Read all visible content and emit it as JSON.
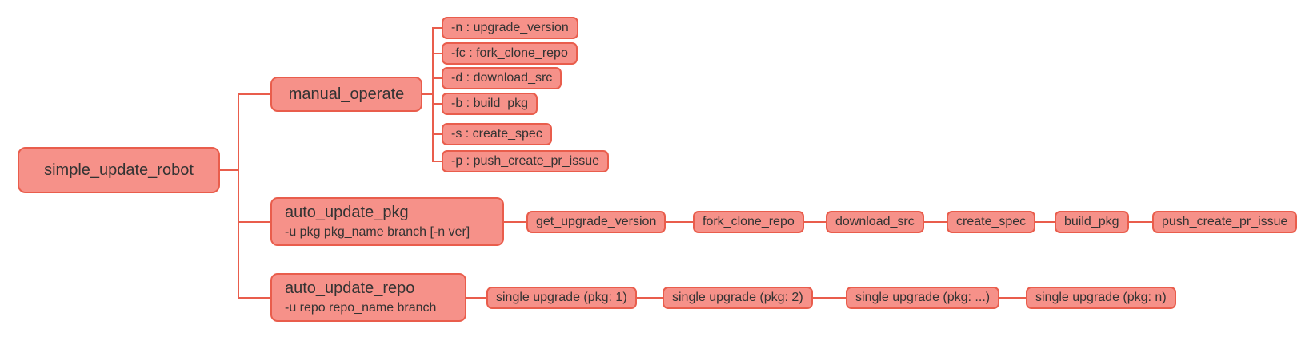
{
  "colors": {
    "node_fill": "#f69189",
    "node_border": "#e95d4c",
    "connector": "#e95d4c",
    "text": "#333333",
    "bg": "#ffffff"
  },
  "tree": {
    "root": {
      "label": "simple_update_robot"
    },
    "branches": [
      {
        "label": "manual_operate",
        "children": [
          {
            "label": "-n : upgrade_version"
          },
          {
            "label": "-fc : fork_clone_repo"
          },
          {
            "label": "-d : download_src"
          },
          {
            "label": "-b : build_pkg"
          },
          {
            "label": "-s : create_spec"
          },
          {
            "label": "-p : push_create_pr_issue"
          }
        ]
      },
      {
        "label": "auto_update_pkg",
        "sublabel": "-u pkg pkg_name branch [-n ver]",
        "children": [
          {
            "label": "get_upgrade_version"
          },
          {
            "label": "fork_clone_repo"
          },
          {
            "label": "download_src"
          },
          {
            "label": "create_spec"
          },
          {
            "label": "build_pkg"
          },
          {
            "label": "push_create_pr_issue"
          }
        ]
      },
      {
        "label": "auto_update_repo",
        "sublabel": "-u repo repo_name branch",
        "children": [
          {
            "label": "single upgrade (pkg: 1)"
          },
          {
            "label": "single upgrade (pkg: 2)"
          },
          {
            "label": "single upgrade (pkg: ...)"
          },
          {
            "label": "single upgrade (pkg: n)"
          }
        ]
      }
    ]
  }
}
